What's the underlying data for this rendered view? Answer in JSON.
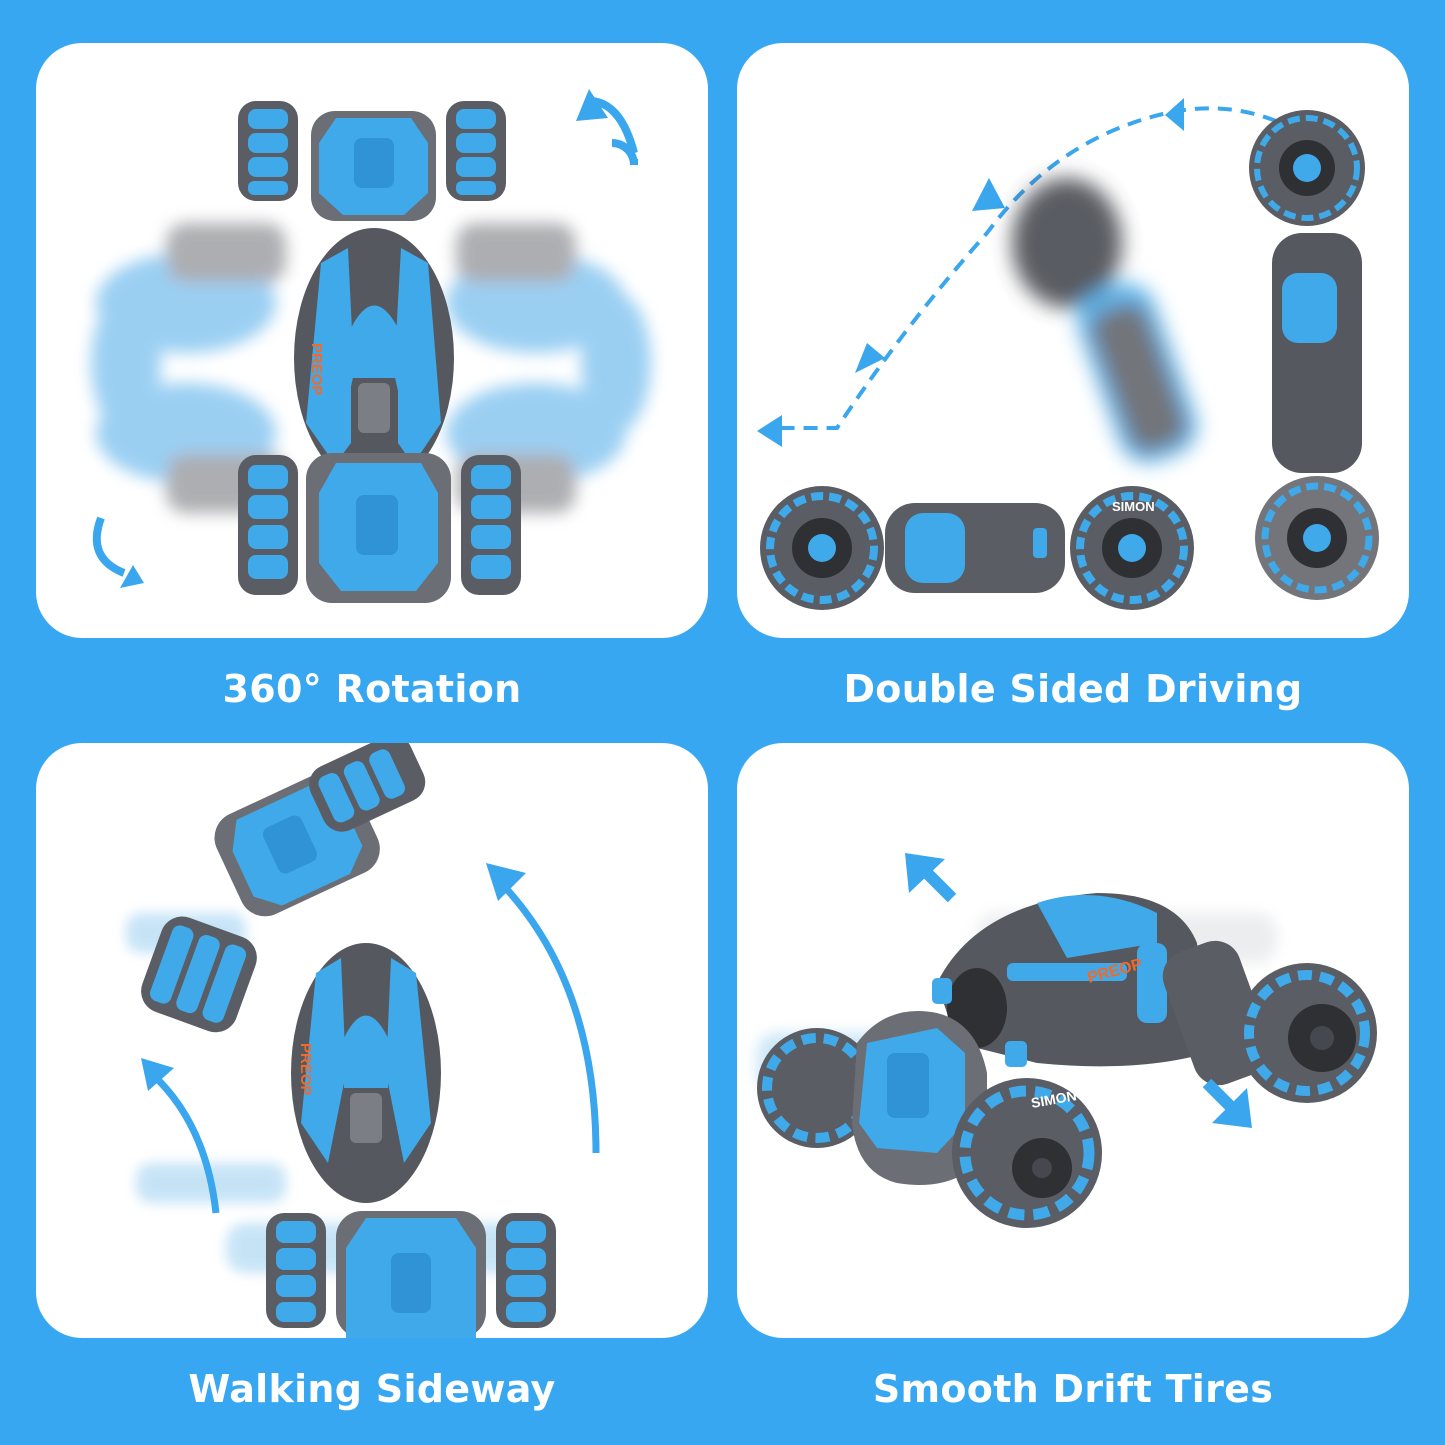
{
  "colors": {
    "background": "#38a7f1",
    "panel": "#ffffff",
    "accent_blue": "#3aa6ee",
    "car_blue": "#3fa9ea",
    "car_body_gray": "#5c5f66",
    "caption_text": "#ffffff",
    "logo_orange": "#f26a2a"
  },
  "features": [
    {
      "title": "360° Rotation",
      "image": "rc stunt car top view spinning with blurred motion copies",
      "icons": [
        "rotate-counterclockwise-arrow",
        "rotate-clockwise-arrow"
      ]
    },
    {
      "title": "Double Sided Driving",
      "image": "rc stunt car flipping over with dashed arc path",
      "icons": [
        "dashed-arc-arrow",
        "left-arrow"
      ],
      "wheel_text": "SIMON"
    },
    {
      "title": "Walking Sideway",
      "image": "rc stunt car twisting body moving sideways",
      "icons": [
        "curved-up-arrow-left",
        "curved-up-arrow-right"
      ]
    },
    {
      "title": "Smooth Drift Tires",
      "image": "rc stunt car with mecanum drift wheels in motion",
      "icons": [
        "up-left-arrow",
        "down-right-arrow"
      ],
      "wheel_text": "SIMON"
    }
  ],
  "brand_logo_text": "PREOP"
}
